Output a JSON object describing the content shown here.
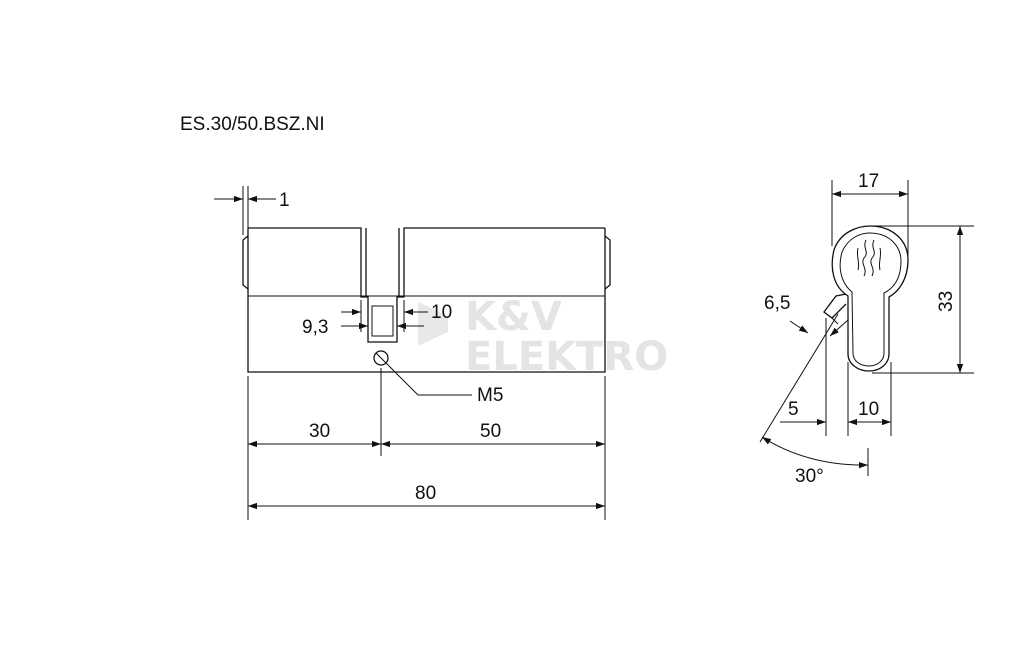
{
  "title": "ES.30/50.BSZ.NI",
  "watermark": {
    "line1": "K&V",
    "line2": "ELEKTRO"
  },
  "front_view": {
    "dims": {
      "d1": "1",
      "d10": "10",
      "d93": "9,3",
      "m5": "M5",
      "d30": "30",
      "d50": "50",
      "d80": "80"
    }
  },
  "side_view": {
    "dims": {
      "d17": "17",
      "d33": "33",
      "d65": "6,5",
      "d5": "5",
      "d10": "10",
      "angle": "30°"
    }
  }
}
